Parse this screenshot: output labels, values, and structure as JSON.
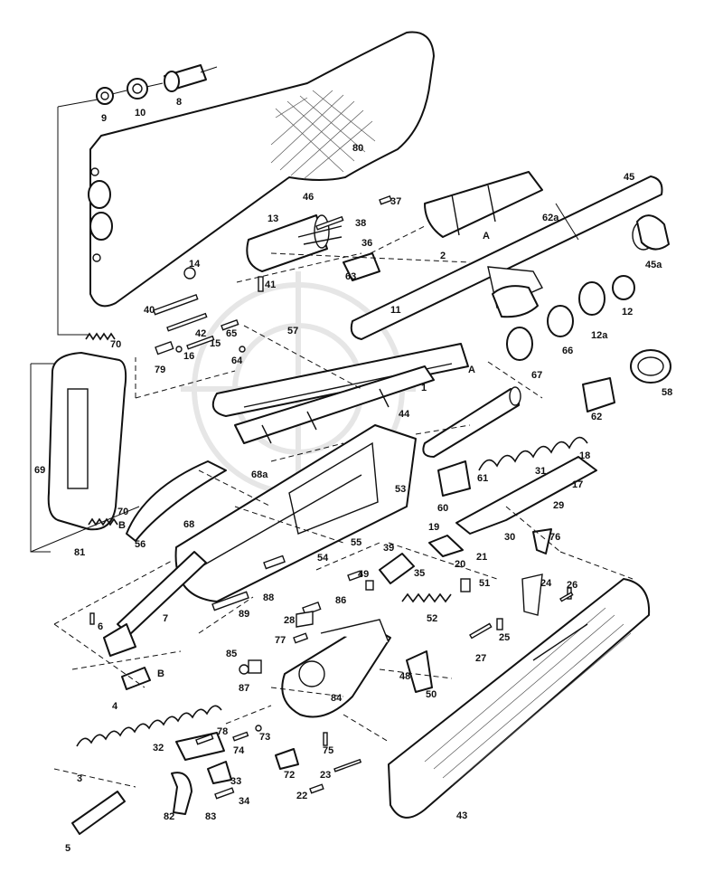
{
  "labels": {
    "l9": "9",
    "l10": "10",
    "l8": "8",
    "l80": "80",
    "l46": "46",
    "l37": "37",
    "l13": "13",
    "l38": "38",
    "l36": "36",
    "l2": "2",
    "lA1": "A",
    "l62a": "62a",
    "l45": "45",
    "l45a": "45a",
    "l14": "14",
    "l41": "41",
    "l63": "63",
    "l12": "12",
    "l40": "40",
    "l42": "42",
    "l15": "15",
    "l65": "65",
    "l57": "57",
    "l11": "11",
    "l12a": "12a",
    "l66": "66",
    "l70a": "70",
    "l79": "79",
    "l16": "16",
    "l64": "64",
    "l67": "67",
    "l1": "1",
    "lA2": "A",
    "l58": "58",
    "l44": "44",
    "l62": "62",
    "l69": "69",
    "l18": "18",
    "l68a": "68a",
    "l31": "31",
    "l17": "17",
    "l61": "61",
    "l60": "60",
    "l53": "53",
    "l29": "29",
    "l70b": "70",
    "lB1": "B",
    "l68": "68",
    "l19": "19",
    "l30": "30",
    "l76": "76",
    "l56": "56",
    "l55": "55",
    "l81": "81",
    "l54": "54",
    "l39": "39",
    "l21": "21",
    "l20": "20",
    "l35": "35",
    "l49": "49",
    "l24": "24",
    "l51": "51",
    "l26": "26",
    "l88": "88",
    "l86": "86",
    "l52": "52",
    "l6": "6",
    "l7": "7",
    "l89": "89",
    "l28": "28",
    "l25": "25",
    "l77": "77",
    "l27": "27",
    "l85": "85",
    "lB2": "B",
    "l87": "87",
    "l48": "48",
    "l4": "4",
    "l84": "84",
    "l50": "50",
    "l73": "73",
    "l78": "78",
    "l32": "32",
    "l74": "74",
    "l75": "75",
    "l3": "3",
    "l72": "72",
    "l33": "33",
    "l23": "23",
    "l22": "22",
    "l34": "34",
    "l82": "82",
    "l83": "83",
    "l43": "43",
    "l5": "5"
  }
}
